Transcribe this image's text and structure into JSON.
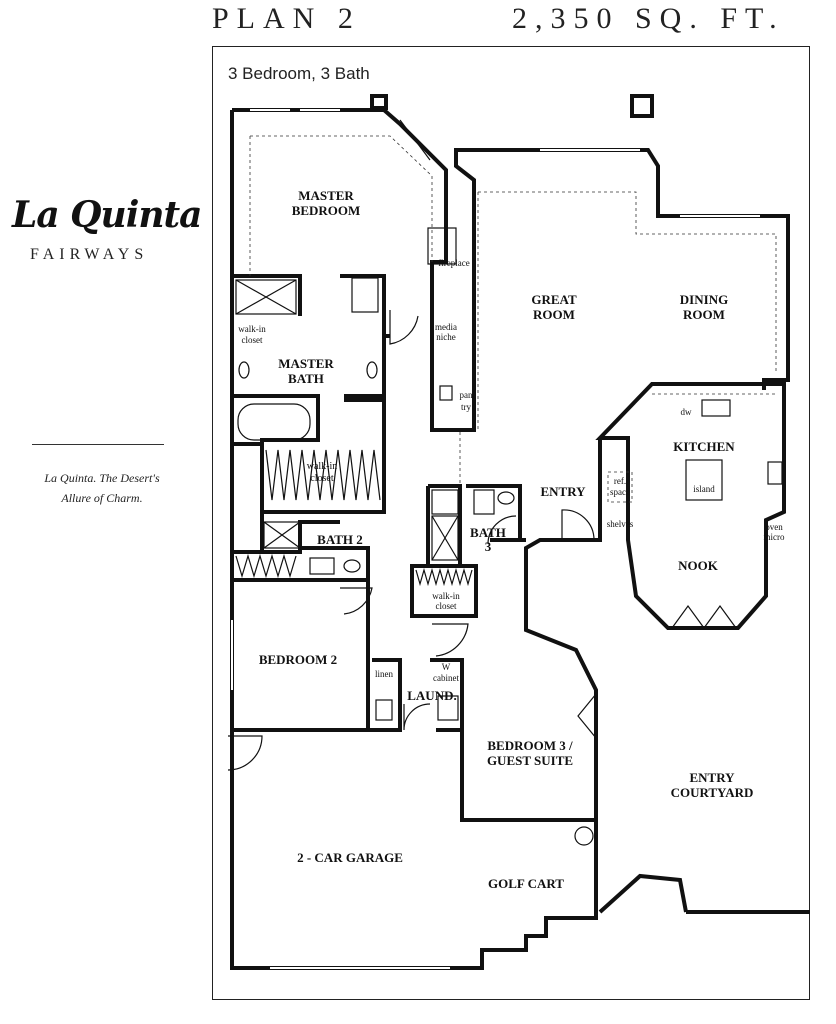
{
  "header": {
    "plan": "PLAN 2",
    "sqft": "2,350 SQ. FT."
  },
  "logo": {
    "name": "La Quinta",
    "sub": "FAIRWAYS"
  },
  "tagline": {
    "line1": "La Quinta. The Desert's",
    "line2": "Allure of Charm."
  },
  "subtitle": "3 Bedroom, 3 Bath",
  "rooms": {
    "master_bedroom": [
      "MASTER",
      "BEDROOM"
    ],
    "great_room": [
      "GREAT",
      "ROOM"
    ],
    "dining_room": [
      "DINING",
      "ROOM"
    ],
    "master_bath": [
      "MASTER",
      "BATH"
    ],
    "kitchen": "KITCHEN",
    "entry": "ENTRY",
    "nook": "NOOK",
    "bath2": "BATH 2",
    "bath3": [
      "BATH",
      "3"
    ],
    "bedroom2": "BEDROOM 2",
    "laund": "LAUND.",
    "bedroom3": [
      "BEDROOM 3 /",
      "GUEST SUITE"
    ],
    "entry_courtyard": [
      "ENTRY",
      "COURTYARD"
    ],
    "garage": "2 - CAR GARAGE",
    "golf_cart": "GOLF CART"
  },
  "fixtures": {
    "walkin_closet_master": [
      "walk-in",
      "closet"
    ],
    "walkin_closet_left": [
      "walk-in",
      "closet"
    ],
    "walkin_closet_bath3": [
      "walk-in",
      "closet"
    ],
    "fireplace": "fireplace",
    "media_niche": [
      "media",
      "niche"
    ],
    "pantry": [
      "pan",
      "try"
    ],
    "dw": "dw",
    "island": "island",
    "ref_space": [
      "ref.",
      "space"
    ],
    "shelves": "shelves",
    "oven_micro": [
      "oven",
      "micro"
    ],
    "linen": "linen",
    "w_cabinet": [
      "W",
      "cabinet"
    ]
  }
}
